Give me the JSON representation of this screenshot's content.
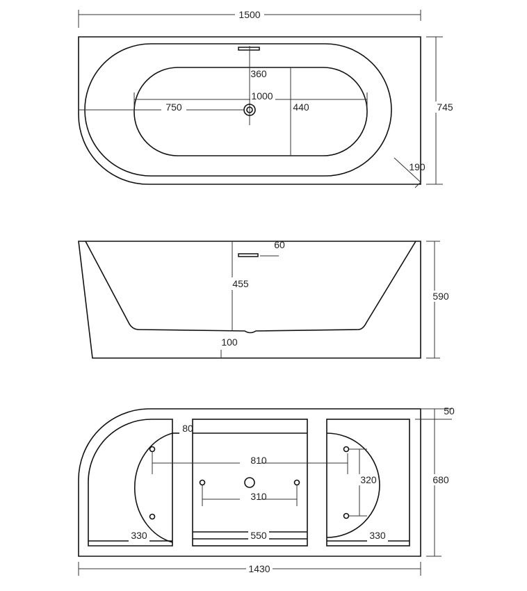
{
  "top_view": {
    "overall_length": "1500",
    "overall_width": "745",
    "inner_length": "1000",
    "drain_offset": "750",
    "inner_width": "440",
    "overflow_to_drain": "360",
    "corner_radius": "190"
  },
  "side_view": {
    "overflow_height": "60",
    "depth": "455",
    "height": "590",
    "base_offset": "100"
  },
  "base_view": {
    "top_gap": "50",
    "edge": "80",
    "foot_spacing_long": "810",
    "foot_spacing_center": "310",
    "foot_spacing_side": "320",
    "height": "680",
    "left_width": "330",
    "center_width": "550",
    "right_width": "330",
    "overall_length": "1430"
  }
}
